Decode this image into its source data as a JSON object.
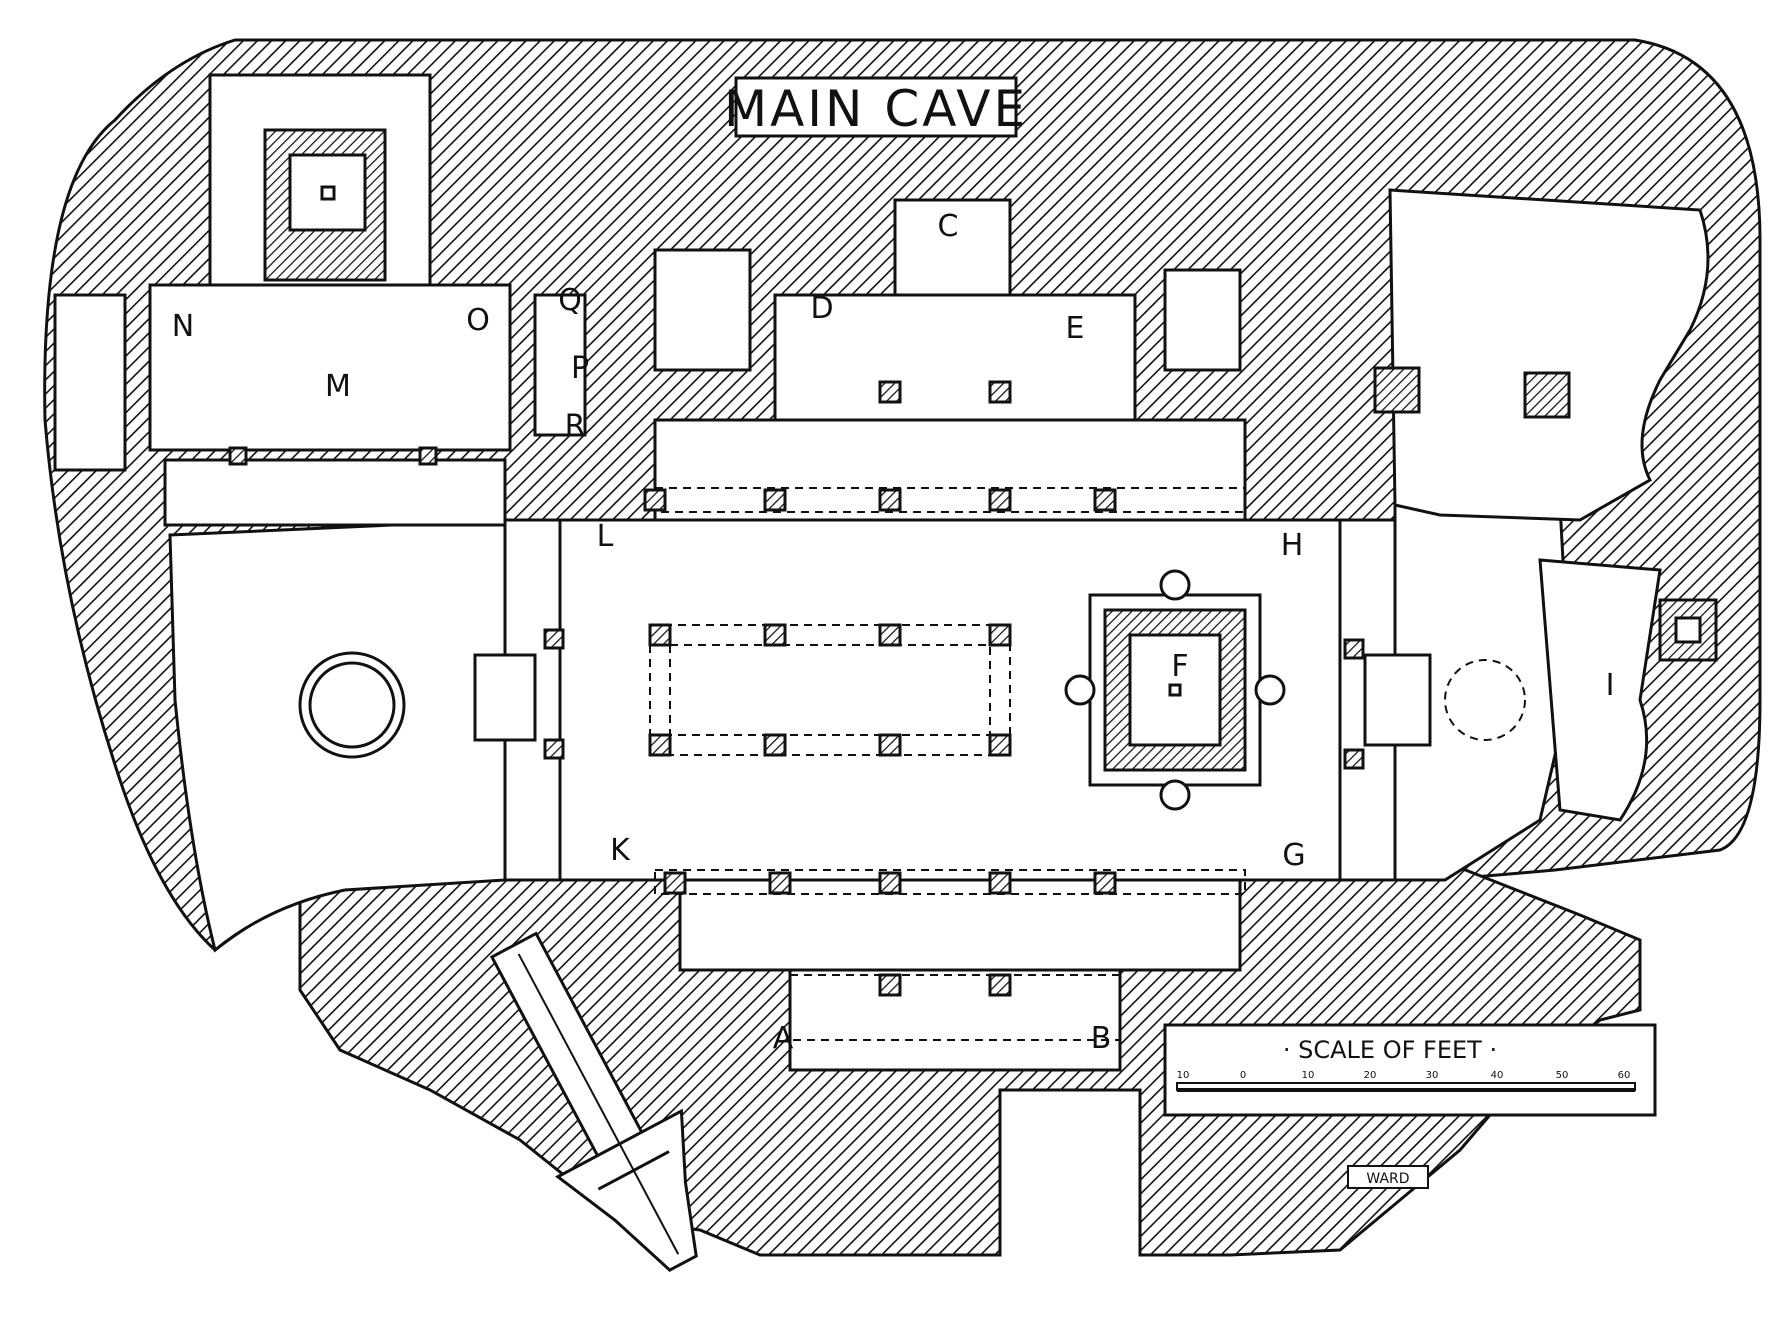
{
  "title": "MAIN CAVE",
  "labels": {
    "A": "A",
    "B": "B",
    "C": "C",
    "D": "D",
    "E": "E",
    "F": "F",
    "G": "G",
    "H": "H",
    "I": "I",
    "K": "K",
    "L": "L",
    "M": "M",
    "N": "N",
    "O": "O",
    "P": "P",
    "Q": "Q",
    "R": "R"
  },
  "scale": {
    "title": "· SCALE OF FEET ·",
    "ticks": [
      "10",
      "0",
      "10",
      "20",
      "30",
      "40",
      "50",
      "60"
    ]
  },
  "signature": "WARD"
}
